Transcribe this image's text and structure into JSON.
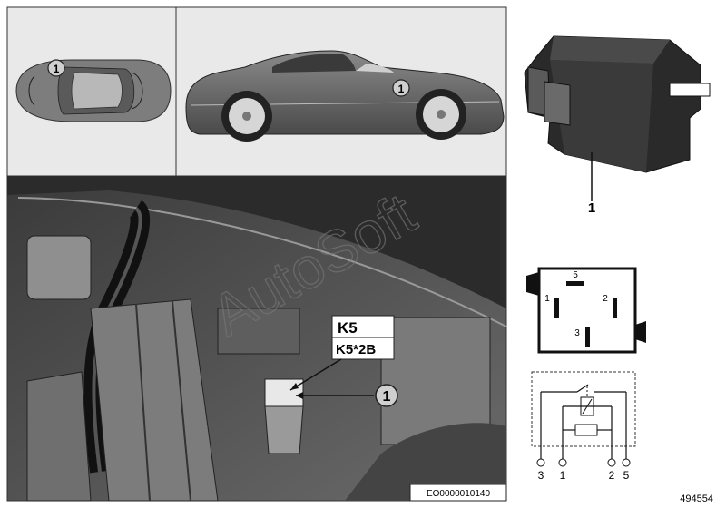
{
  "overview": {
    "top_view_callout": "1",
    "side_view_callout": "1"
  },
  "engine_bay": {
    "relay_label": "K5",
    "relay_sublabel": "K5*2B",
    "callout": "1",
    "image_code": "EO0000010140"
  },
  "relay_part": {
    "callout": "1"
  },
  "pin_layout": {
    "pins": [
      "5",
      "1",
      "2",
      "3"
    ]
  },
  "circuit": {
    "terminals": [
      "3",
      "1",
      "2",
      "5"
    ]
  },
  "diagram_number": "494554",
  "watermark": "AutoSoft"
}
